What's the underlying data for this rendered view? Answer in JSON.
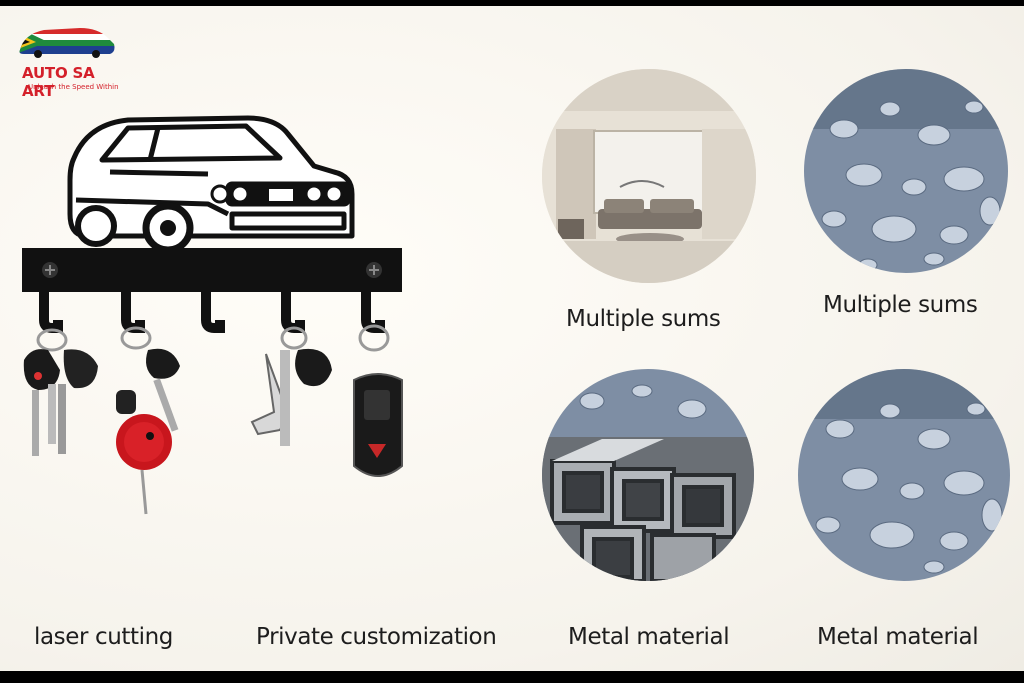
{
  "brand": {
    "name": "AUTO SA ART",
    "tagline": "Unleash the Speed Within"
  },
  "features": [
    {
      "label": "Multiple sums",
      "image": "living-room-photo"
    },
    {
      "label": "Multiple sums",
      "image": "water-droplets-photo"
    },
    {
      "label": "Metal material",
      "image": "steel-tubes-photo"
    },
    {
      "label": "Metal material",
      "image": "water-droplets-photo"
    }
  ],
  "bottom_captions": [
    "laser cutting",
    "Private customization",
    "Metal material",
    "Metal material"
  ],
  "product": {
    "image": "car-key-holder-photo",
    "hooks": 5
  },
  "colors": {
    "brand_red": "#d4202a",
    "metal_black": "#111111",
    "background": "#f8f6f1"
  }
}
